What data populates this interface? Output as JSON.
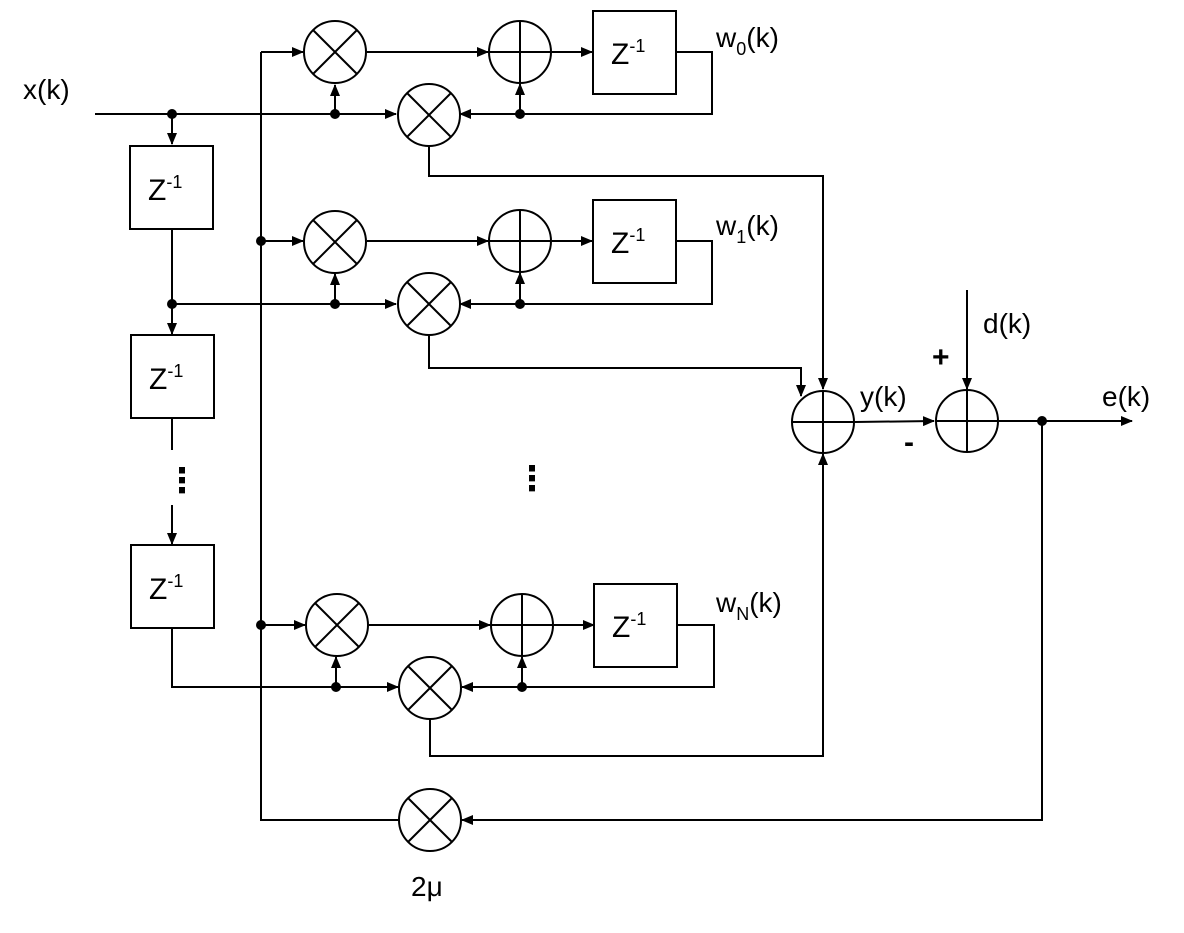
{
  "signals": {
    "input": "x(k)",
    "desired": "d(k)",
    "output": "y(k)",
    "error": "e(k)"
  },
  "delay": {
    "base": "Z",
    "exp": "-1"
  },
  "weights": [
    {
      "base": "w",
      "sub": "0",
      "suffix": "(k)"
    },
    {
      "base": "w",
      "sub": "1",
      "suffix": "(k)"
    },
    {
      "base": "w",
      "sub": "N",
      "suffix": "(k)"
    }
  ],
  "gain": "2μ",
  "signs": {
    "plus": "+",
    "minus": "-"
  },
  "ellipsis": "⋮"
}
